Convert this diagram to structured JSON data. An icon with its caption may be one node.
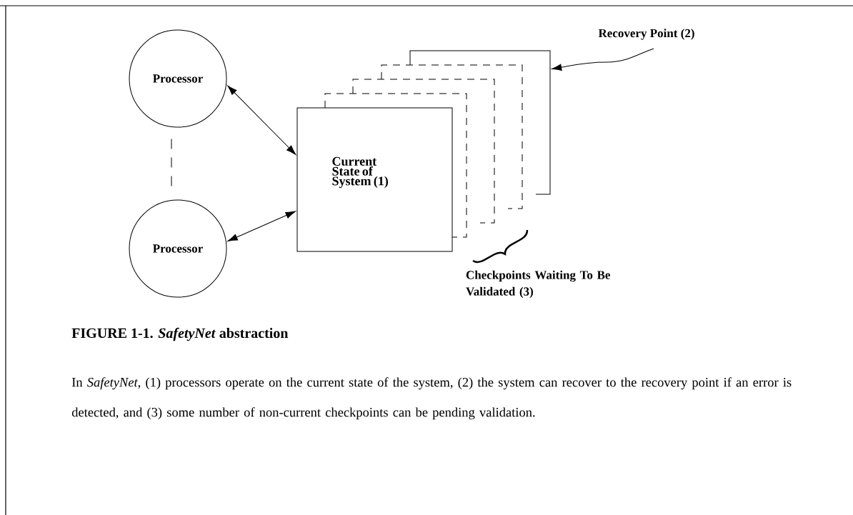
{
  "diagram": {
    "title": "FIGURE 1-1.  *SafetyNet* abstraction",
    "caption": "In *SafetyNet*, (1) processors operate on the current state of the system, (2) the system can recover to the recovery point if an error is detected, and (3) some number of non-current checkpoints can be pending validation.",
    "nodes": [
      {
        "text": [
          "Processor"
        ]
      },
      {
        "text": [
          "Processor"
        ]
      },
      {
        "text": [
          "Current State of System (1)"
        ]
      },
      {
        "text": [],
        "shape": "box"
      },
      {
        "text": [
          "Recovery Point (2)"
        ]
      }
    ],
    "edges": [
      {
        "from": 0,
        "to": 2,
        "arrow": "both"
      },
      {
        "from": 1,
        "to": 2,
        "arrow": "both"
      },
      {
        "from": 0,
        "to": 1,
        "arrow": "none",
        "style": "dashed"
      },
      {
        "from": 4,
        "to": 3,
        "arrow": "to"
      }
    ],
    "labels": [
      "Checkpoints Waiting To Be Validated (3)"
    ]
  }
}
